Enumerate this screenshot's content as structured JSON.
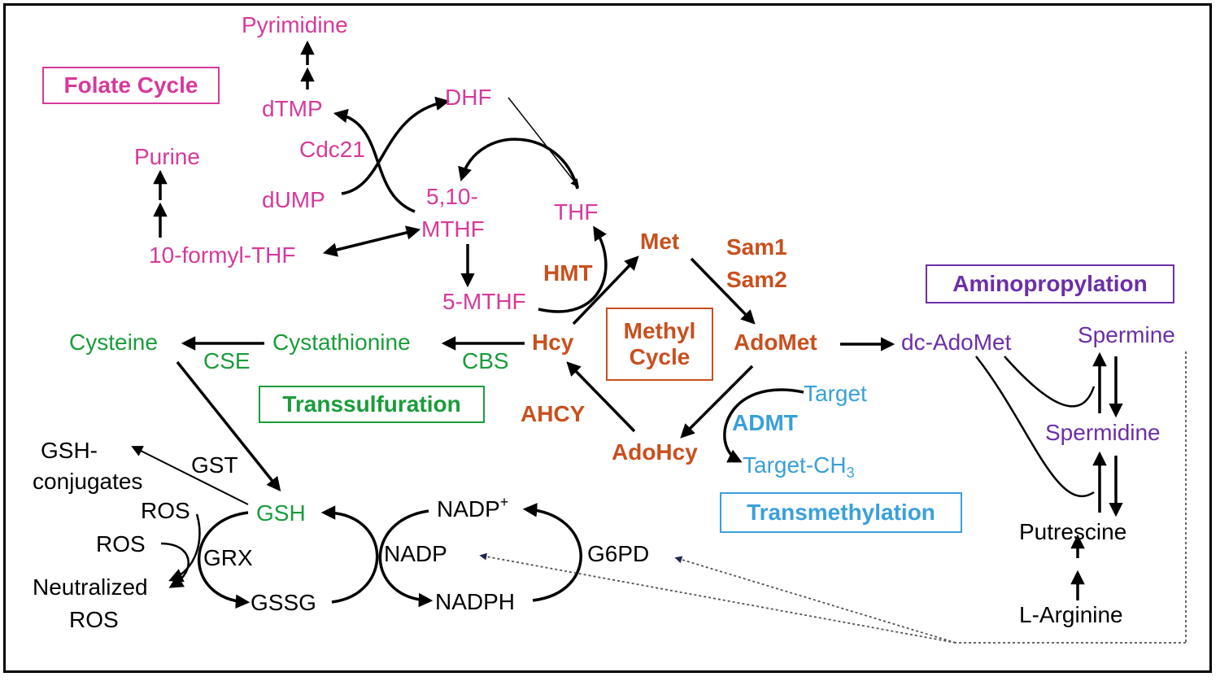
{
  "colors": {
    "folate": "#d63a9a",
    "transsulfuration": "#1a9c3a",
    "methyl": "#c8501e",
    "transmethylation": "#3aa0d8",
    "aminopropylation": "#6b2fa8",
    "redox": "#000000",
    "dotted": "#555555"
  },
  "boxes": {
    "folate_cycle": "Folate Cycle",
    "methyl_cycle_line1": "Methyl",
    "methyl_cycle_line2": "Cycle",
    "transsulfuration": "Transsulfuration",
    "transmethylation": "Transmethylation",
    "aminopropylation": "Aminopropylation"
  },
  "folate": {
    "pyrimidine": "Pyrimidine",
    "dtmp": "dTMP",
    "dhf": "DHF",
    "cdc21": "Cdc21",
    "purine": "Purine",
    "dump": "dUMP",
    "mthf_510_line1": "5,10-",
    "mthf_510_line2": "MTHF",
    "thf": "THF",
    "formyl_thf": "10-formyl-THF",
    "mthf_5": "5-MTHF"
  },
  "methyl": {
    "met": "Met",
    "sam1": "Sam1",
    "sam2": "Sam2",
    "hmt": "HMT",
    "hcy": "Hcy",
    "adomet": "AdoMet",
    "ahcy": "AHCY",
    "adohcy": "AdoHcy"
  },
  "transmethylation": {
    "target": "Target",
    "admt": "ADMT",
    "target_ch3_base": "Target-CH",
    "target_ch3_sub": "3"
  },
  "transsulfuration": {
    "cysteine": "Cysteine",
    "cystathionine": "Cystathionine",
    "cse": "CSE",
    "cbs": "CBS",
    "gsh": "GSH"
  },
  "redox": {
    "gsh_conj_line1": "GSH-",
    "gsh_conj_line2": "conjugates",
    "gst": "GST",
    "ros1": "ROS",
    "ros2": "ROS",
    "grx": "GRX",
    "neutralized_line1": "Neutralized",
    "neutralized_line2": "ROS",
    "gssg": "GSSG",
    "nadp_plus_base": "NADP",
    "nadp_plus_sup": "+",
    "nadp": "NADP",
    "nadph": "NADPH",
    "g6pd": "G6PD"
  },
  "aminopropylation": {
    "dc_adomet": "dc-AdoMet",
    "spermine": "Spermine",
    "spermidine": "Spermidine",
    "putrescine": "Putrescine",
    "l_arginine": "L-Arginine"
  }
}
